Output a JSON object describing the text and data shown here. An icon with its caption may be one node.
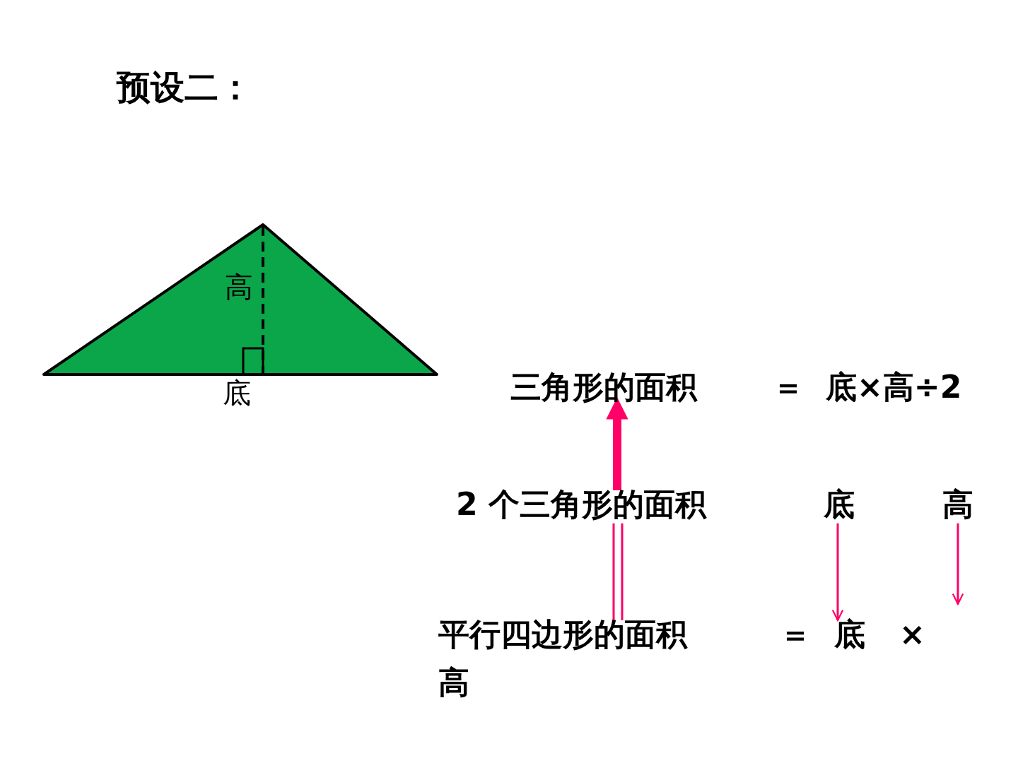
{
  "diagram": {
    "title": "预设二：",
    "nodes": [
      {
        "text": [
          "三角形的面积"
        ]
      },
      {
        "text": [
          "2 个三角形的面积"
        ]
      },
      {
        "text": [
          "底"
        ]
      },
      {
        "text": [
          "高"
        ]
      },
      {
        "text": [
          "平行四边形的面积"
        ]
      },
      {
        "text": [
          "底"
        ]
      },
      {
        "text": [
          "高"
        ]
      }
    ],
    "edges": [
      {
        "from": 1,
        "to": 0,
        "arrow": "to",
        "style": "thick"
      },
      {
        "from": 4,
        "to": 1,
        "arrow": "none"
      },
      {
        "from": 2,
        "to": 5,
        "arrow": "to"
      },
      {
        "from": 3,
        "to": null,
        "arrow": "to"
      }
    ],
    "labels": [
      "高",
      "底",
      "＝",
      "底×高÷2",
      "＝",
      "×"
    ]
  }
}
